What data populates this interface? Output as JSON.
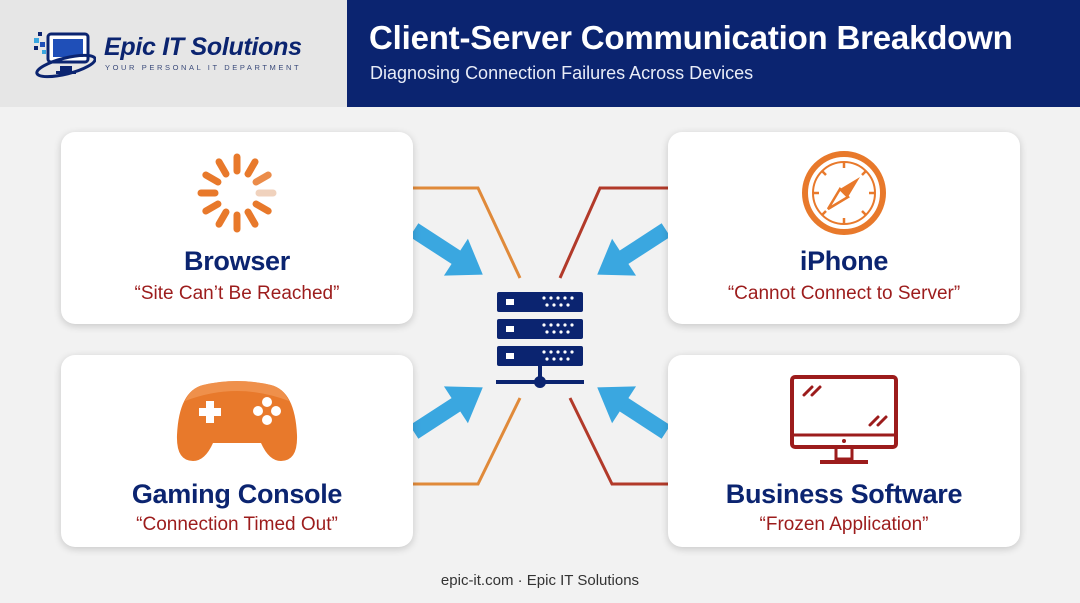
{
  "brand": {
    "name": "Epic IT Solutions",
    "tagline": "YOUR PERSONAL IT DEPARTMENT"
  },
  "header": {
    "title": "Client-Server Communication Breakdown",
    "subtitle": "Diagnosing Connection Failures Across Devices"
  },
  "devices": [
    {
      "name": "Browser",
      "error": "“Site Can’t Be Reached”",
      "icon": "loading-spinner-icon"
    },
    {
      "name": "iPhone",
      "error": "“Cannot Connect to Server”",
      "icon": "compass-icon"
    },
    {
      "name": "Gaming Console",
      "error": "“Connection Timed Out”",
      "icon": "gamepad-icon"
    },
    {
      "name": "Business Software",
      "error": "“Frozen Application”",
      "icon": "monitor-icon"
    }
  ],
  "center": {
    "icon": "server-icon"
  },
  "footer": {
    "text": "epic-it.com · Epic IT Solutions"
  },
  "colors": {
    "navy": "#0b2470",
    "orange": "#e8792b",
    "dark_red": "#9c1c1c",
    "arrow_blue": "#3aa7e0",
    "line_orange": "#e08a3a",
    "line_red": "#b23a2a"
  }
}
